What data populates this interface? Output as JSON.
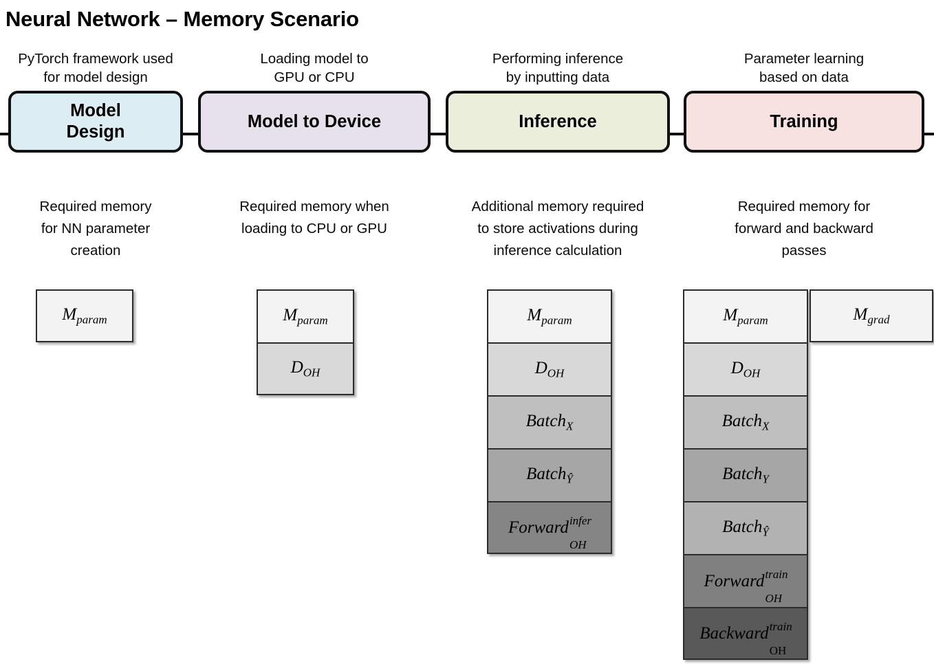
{
  "title": "Neural Network – Memory Scenario",
  "stages": [
    {
      "caption": "PyTorch framework used\nfor model design",
      "label": "Model\nDesign",
      "color": "#dceef3",
      "description": "Required memory\nfor NN parameter\ncreation"
    },
    {
      "caption": "Loading model to\nGPU or CPU",
      "label": "Model to Device",
      "color": "#e7e1ed",
      "description": "Required memory when\nloading to CPU or GPU"
    },
    {
      "caption": "Performing inference\nby inputting data",
      "label": "Inference",
      "color": "#eaeedb",
      "description": "Additional memory required\nto store activations during\ninference calculation"
    },
    {
      "caption": "Parameter learning\nbased on data",
      "label": "Training",
      "color": "#f8e2e1",
      "description": "Required memory for\nforward and backward\npasses"
    }
  ],
  "memory_stacks": {
    "model_design": [
      {
        "base": "M",
        "sub": "param",
        "fill": "#f3f3f3"
      }
    ],
    "model_to_device": [
      {
        "base": "M",
        "sub": "param",
        "fill": "#f3f3f3"
      },
      {
        "base": "D",
        "sub": "OH",
        "fill": "#d9d9d9"
      }
    ],
    "inference": [
      {
        "base": "M",
        "sub": "param",
        "fill": "#f3f3f3"
      },
      {
        "base": "D",
        "sub": "OH",
        "fill": "#d8d8d8"
      },
      {
        "base": "Batch",
        "sub": "X",
        "fill": "#bfbfbf"
      },
      {
        "base": "Batch",
        "sub": "Ŷ",
        "fill": "#a6a6a6"
      },
      {
        "base": "Forward",
        "sub": "OH",
        "sup": "infer",
        "fill": "#858585"
      }
    ],
    "training": [
      {
        "base": "M",
        "sub": "param",
        "fill": "#f3f3f3"
      },
      {
        "base": "D",
        "sub": "OH",
        "fill": "#d8d8d8"
      },
      {
        "base": "Batch",
        "sub": "X",
        "fill": "#bfbfbf"
      },
      {
        "base": "Batch",
        "sub": "Y",
        "fill": "#a6a6a6"
      },
      {
        "base": "Batch",
        "sub": "Ŷ",
        "fill": "#b2b2b2"
      },
      {
        "base": "Forward",
        "sub": "OH",
        "sup": "train",
        "fill": "#808080"
      },
      {
        "base": "Backward",
        "sub": "OH",
        "sup": "train",
        "fill": "#595959",
        "sub_upright": true
      }
    ],
    "training_side": [
      {
        "base": "M",
        "sub": "grad",
        "fill": "#f3f3f3"
      }
    ]
  }
}
